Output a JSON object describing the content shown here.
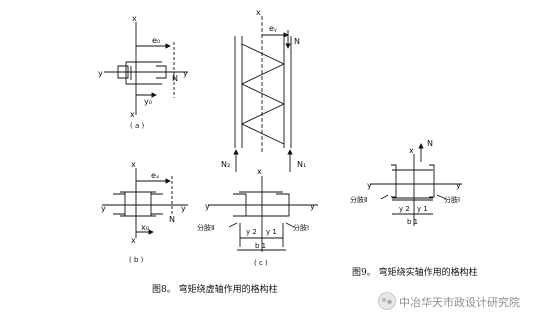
{
  "labels": {
    "x": "x",
    "y": "y",
    "N": "N",
    "e0": "e₀",
    "ex": "eₓ",
    "ey": "eᵧ",
    "y0": "y₀",
    "x0": "x₀",
    "N1": "N₁",
    "N2": "N₂",
    "y1": "y 1",
    "y2": "y 2",
    "b1": "b 1",
    "branch1": "分肢Ⅰ",
    "branch2": "分肢Ⅱ"
  },
  "panels": {
    "a": "( a )",
    "b": "( b )",
    "c": "( c )"
  },
  "captions": {
    "fig8": "图8。 弯矩绕虚轴作用的格构柱",
    "fig9": "图9。 弯矩绕实轴作用的格构柱"
  },
  "watermark": {
    "text": "中冶华天市政设计研究院"
  },
  "colors": {
    "ink": "#111111",
    "watermark": "#8d8d8d"
  }
}
